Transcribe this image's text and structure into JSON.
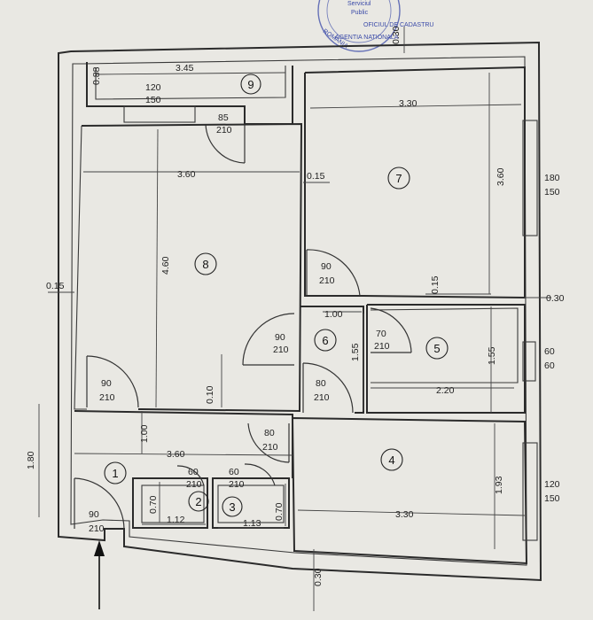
{
  "rooms": [
    "1",
    "2",
    "3",
    "4",
    "5",
    "6",
    "7",
    "8",
    "9"
  ],
  "labels": {
    "r9_width": "3.45",
    "r9_side": "0.88",
    "r9_window_w": "120",
    "r9_window_h": "150",
    "door_r9_w": "85",
    "door_r9_h": "210",
    "r7_width": "3.30",
    "r7_length": "3.60",
    "r7_window_w": "180",
    "r7_window_h": "150",
    "r8_width": "3.60",
    "r8_length": "4.60",
    "wall_r8_r7": "0.15",
    "wall_left": "0.15",
    "wall_r7_r5": "0.15",
    "wall_right": "0.30",
    "wall_top": "0.30",
    "wall_bottom": "0.30",
    "wall_r8_bottom": "0.10",
    "door_r7_w": "90",
    "door_r7_h": "210",
    "r6_width": "1.00",
    "r6_length": "1.55",
    "door_r6_left_w": "90",
    "door_r6_left_h": "210",
    "door_r5_w": "70",
    "door_r5_h": "210",
    "r5_length": "1.55",
    "r5_width": "2.20",
    "r5_window_w": "60",
    "r5_window_h": "60",
    "door_r6_bottom_w": "80",
    "door_r6_bottom_h": "210",
    "door_r8_w": "90",
    "door_r8_h": "210",
    "r1_side": "1.00",
    "r1_width": "3.60",
    "r1_length": "1.80",
    "door_r4_w": "80",
    "door_r4_h": "210",
    "r4_length": "1.93",
    "r4_width": "3.30",
    "r4_window_w": "120",
    "r4_window_h": "150",
    "door_r2_w": "60",
    "door_r2_h": "210",
    "door_r3_w": "60",
    "door_r3_h": "210",
    "r2_side": "0.70",
    "r2_width": "1.12",
    "r3_side": "0.70",
    "r3_width": "1.13",
    "entry_door_w": "90",
    "entry_door_h": "210"
  },
  "stamp": {
    "line1": "Serviciul",
    "line2": "Public",
    "line3": "AGENTIA NATIONALA",
    "line4": "ROMANIA",
    "line5": "OFICIUL DE CADASTRU"
  },
  "colors": {
    "paper": "#e9e8e3",
    "ink": "#2b2b2b",
    "stamp": "#3a4aa8"
  }
}
